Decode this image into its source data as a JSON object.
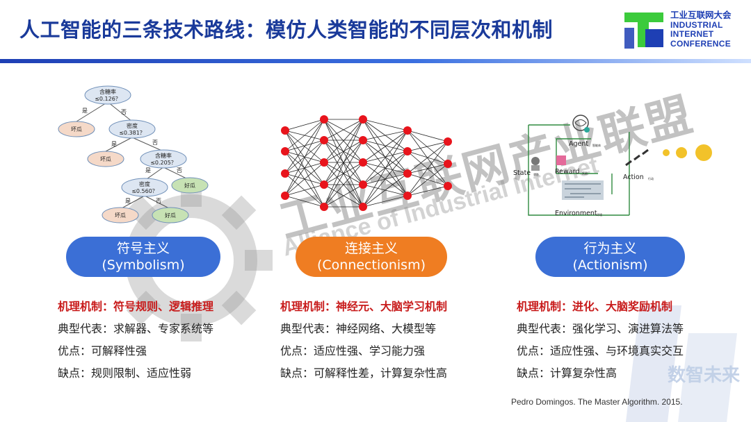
{
  "header": {
    "title": "人工智能的三条技术路线：模仿人类智能的不同层次和机制",
    "logo_lines": [
      "工业互联网大会",
      "INDUSTRIAL",
      "INTERNET",
      "CONFERENCE"
    ],
    "logo_colors": [
      "#3ccb3c",
      "#1e3fb4"
    ]
  },
  "watermark": {
    "cn": "工业互联网产业联盟",
    "en": "Alliance of Industrial Internet",
    "slogan": "数智未来"
  },
  "figures": {
    "tree": {
      "nodes": [
        "含糖率",
        "≤0.126？",
        "是",
        "否",
        "坏瓜",
        "密度",
        "≤0.381？",
        "是",
        "否",
        "坏瓜",
        "含糖率",
        "≤0.205？",
        "是",
        "否",
        "好瓜",
        "密度",
        "≤0.560？",
        "是",
        "否",
        "坏瓜",
        "好瓜"
      ]
    },
    "rl": {
      "labels": [
        "Agent",
        "State",
        "Reward",
        "Action",
        "Environment"
      ],
      "small_labels": [
        "智能体",
        "状态",
        "奖励",
        "行动",
        "环境"
      ]
    }
  },
  "columns": [
    {
      "pill": [
        "符号主义",
        "(Symbolism)"
      ],
      "pill_color": "#3b6fd6",
      "mechanism": "机理机制：符号规则、逻辑推理",
      "representative": "典型代表：求解器、专家系统等",
      "pros": "优点：可解释性强",
      "cons": "缺点：规则限制、适应性弱"
    },
    {
      "pill": [
        "连接主义",
        "(Connectionism)"
      ],
      "pill_color": "#ef7d22",
      "mechanism": "机理机制：神经元、大脑学习机制",
      "representative": "典型代表：神经网络、大模型等",
      "pros": "优点：适应性强、学习能力强",
      "cons": "缺点：可解释性差，计算复杂性高"
    },
    {
      "pill": [
        "行为主义",
        "(Actionism)"
      ],
      "pill_color": "#3b6fd6",
      "mechanism": "机理机制：进化、大脑奖励机制",
      "representative": "典型代表：强化学习、演进算法等",
      "pros": "优点：适应性强、与环境真实交互",
      "cons": "缺点：计算复杂性高"
    }
  ],
  "reference": "Pedro Domingos. The Master Algorithm. 2015."
}
